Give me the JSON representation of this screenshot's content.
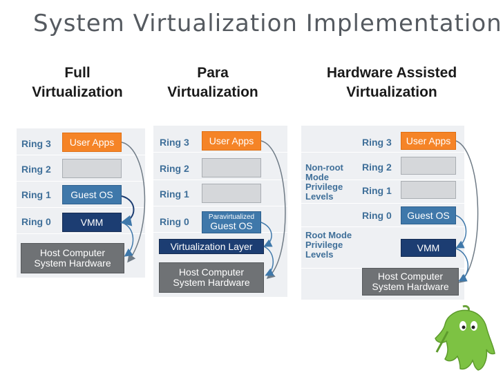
{
  "title": "System Virtualization Implementations",
  "columns": [
    {
      "heading": [
        "Full",
        "Virtualization"
      ]
    },
    {
      "heading": [
        "Para",
        "Virtualization"
      ]
    },
    {
      "heading": [
        "Hardware Assisted",
        "Virtualization"
      ]
    }
  ],
  "rings": {
    "r3": "Ring 3",
    "r2": "Ring 2",
    "r1": "Ring 1",
    "r0": "Ring 0"
  },
  "boxes": {
    "user_apps": "User Apps",
    "guest_os": "Guest OS",
    "vmm": "VMM",
    "paravirtualized": "Paravirtualized",
    "virt_layer": "Virtualization Layer",
    "host_line1": "Host Computer",
    "host_line2": "System Hardware"
  },
  "hw_assisted": {
    "nonroot": [
      "Non-root",
      "Mode",
      "Privilege",
      "Levels"
    ],
    "root": [
      "Root Mode",
      "Privilege",
      "Levels"
    ]
  },
  "colors": {
    "orange": "#f58427",
    "blue": "#3f78aa",
    "navy": "#1c3d72",
    "hardware": "#6f7275",
    "ring_label": "#3f6f99"
  }
}
